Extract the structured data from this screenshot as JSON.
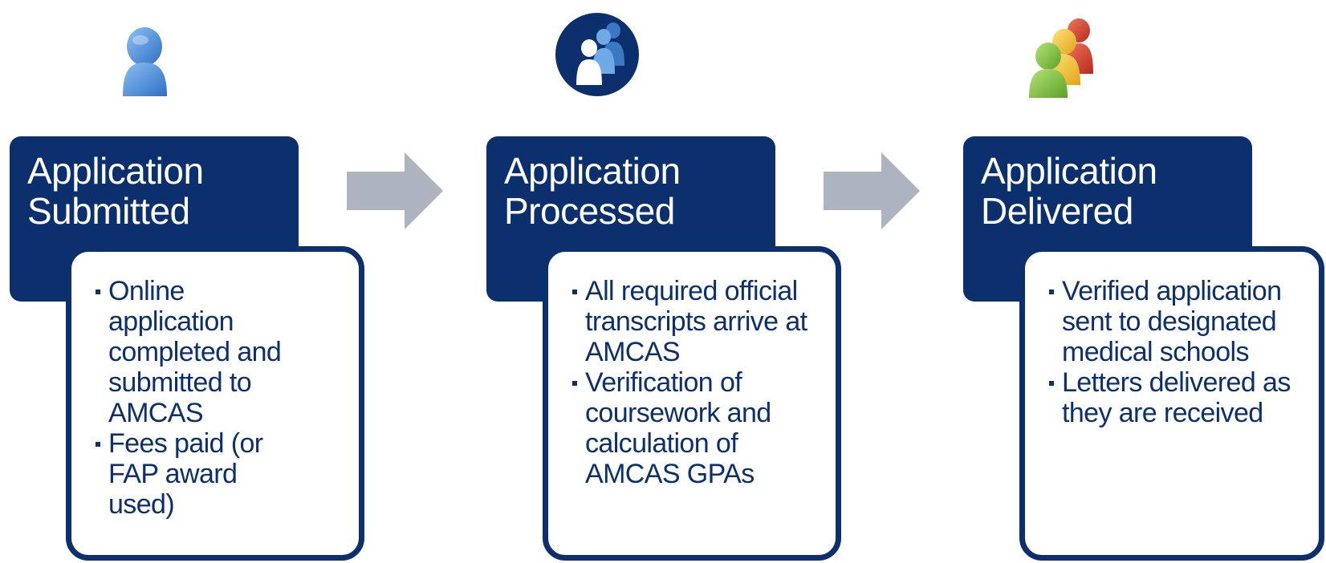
{
  "colors": {
    "navy": "#0c2f6e",
    "arrow_gray": "#aeb4bf",
    "blue_person": "#4a8fdc",
    "green_person": "#7cc23a",
    "yellow_person": "#f2c230",
    "red_person": "#d83a2a"
  },
  "stages": [
    {
      "icon": "single-person-icon",
      "title_line1": "Application",
      "title_line2": "Submitted",
      "bullets": [
        "Online application completed and submitted to AMCAS",
        "Fees paid (or FAP award used)"
      ]
    },
    {
      "icon": "group-circle-icon",
      "title_line1": "Application",
      "title_line2": "Processed",
      "bullets": [
        "All required official transcripts arrive at AMCAS",
        "Verification of coursework and calculation of AMCAS GPAs"
      ]
    },
    {
      "icon": "colored-group-icon",
      "title_line1": "Application",
      "title_line2": "Delivered",
      "bullets": [
        "Verified application sent to designated medical schools",
        "Letters delivered as they are received"
      ]
    }
  ],
  "arrows": [
    "right-arrow-icon",
    "right-arrow-icon"
  ]
}
